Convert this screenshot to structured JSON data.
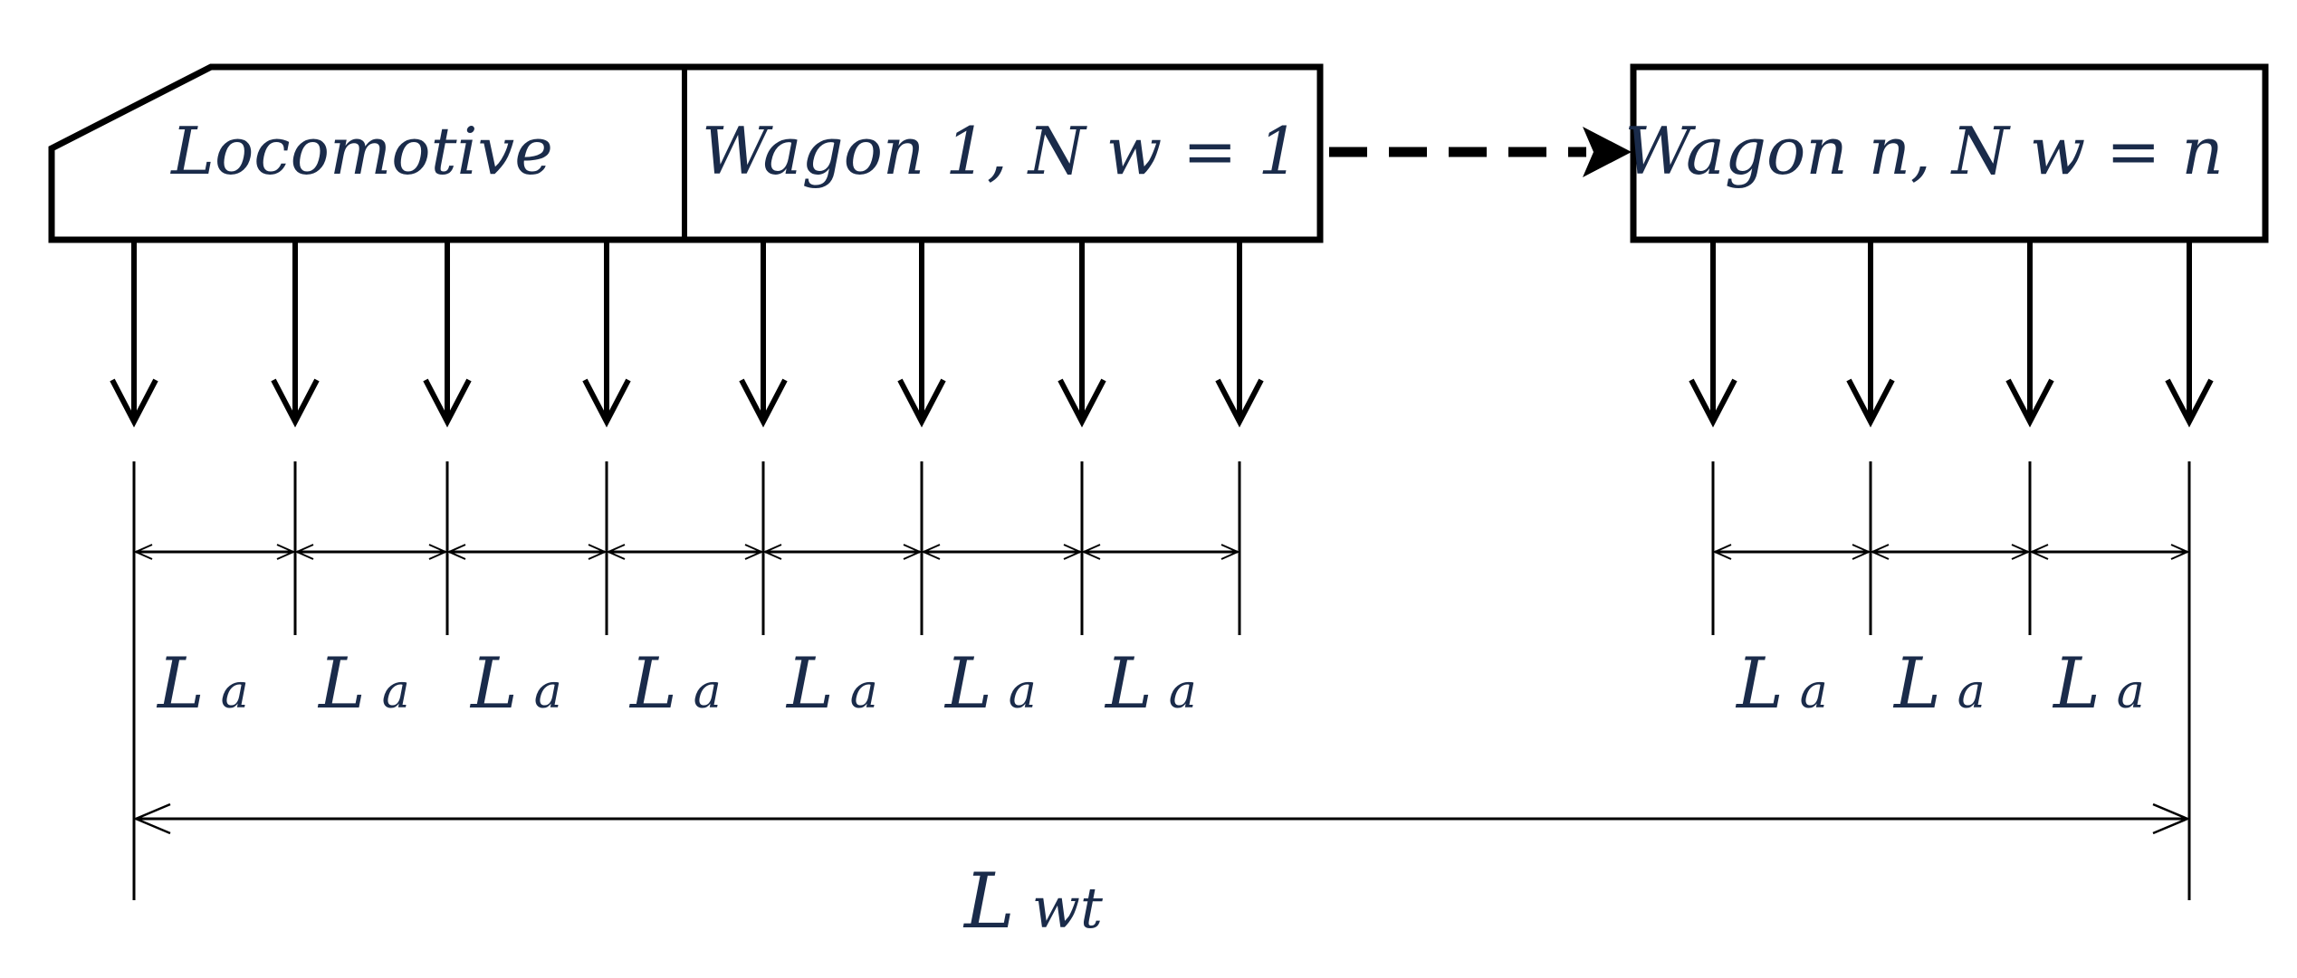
{
  "diagram": {
    "nodes": [
      {
        "id": "locomotive",
        "label": "Locomotive"
      },
      {
        "id": "wagon-1",
        "label": "Wagon 1, N w = 1"
      },
      {
        "id": "wagon-n",
        "label": "Wagon n, N w = n"
      }
    ],
    "edges": [
      {
        "from": "wagon-1",
        "to": "wagon-n",
        "style": "dashed"
      }
    ],
    "axle_spacing": {
      "main": "L",
      "sub": "a"
    },
    "total_length": {
      "main": "L",
      "sub": "wt"
    },
    "colors": {
      "lines": "#000000",
      "text": "#1a2b4a",
      "background": "#ffffff"
    }
  }
}
